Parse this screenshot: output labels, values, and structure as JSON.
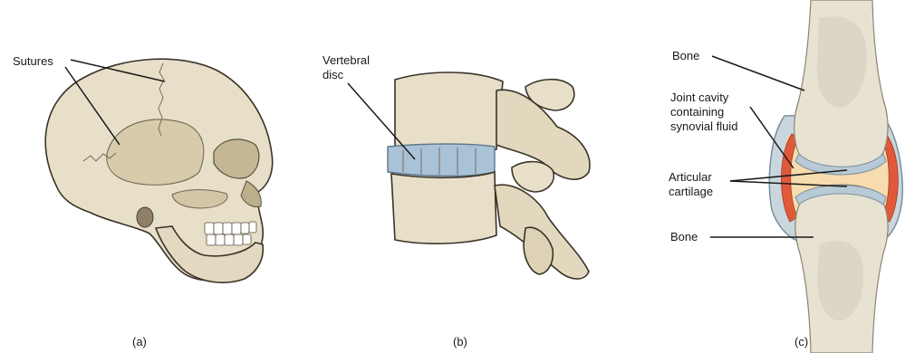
{
  "panels": [
    {
      "id": "a",
      "caption": "(a)",
      "labels": {
        "sutures": "Sutures"
      }
    },
    {
      "id": "b",
      "caption": "(b)",
      "labels": {
        "vertebral_line1": "Vertebral",
        "vertebral_line2": "disc"
      }
    },
    {
      "id": "c",
      "caption": "(c)",
      "labels": {
        "bone_top": "Bone",
        "joint_line1": "Joint cavity",
        "joint_line2": "containing",
        "joint_line3": "synovial fluid",
        "articular_line1": "Articular",
        "articular_line2": "cartilage",
        "bone_bottom": "Bone"
      }
    }
  ],
  "colors": {
    "bone": "#e8dfc9",
    "bone_shadow": "#cfc3a6",
    "disc": "#a9c3d6",
    "cartilage": "#c9d6de",
    "synovial_fluid": "#f6dcae",
    "synovial_membrane": "#e05a3a",
    "spongy_bone": "#d9d2c2"
  }
}
